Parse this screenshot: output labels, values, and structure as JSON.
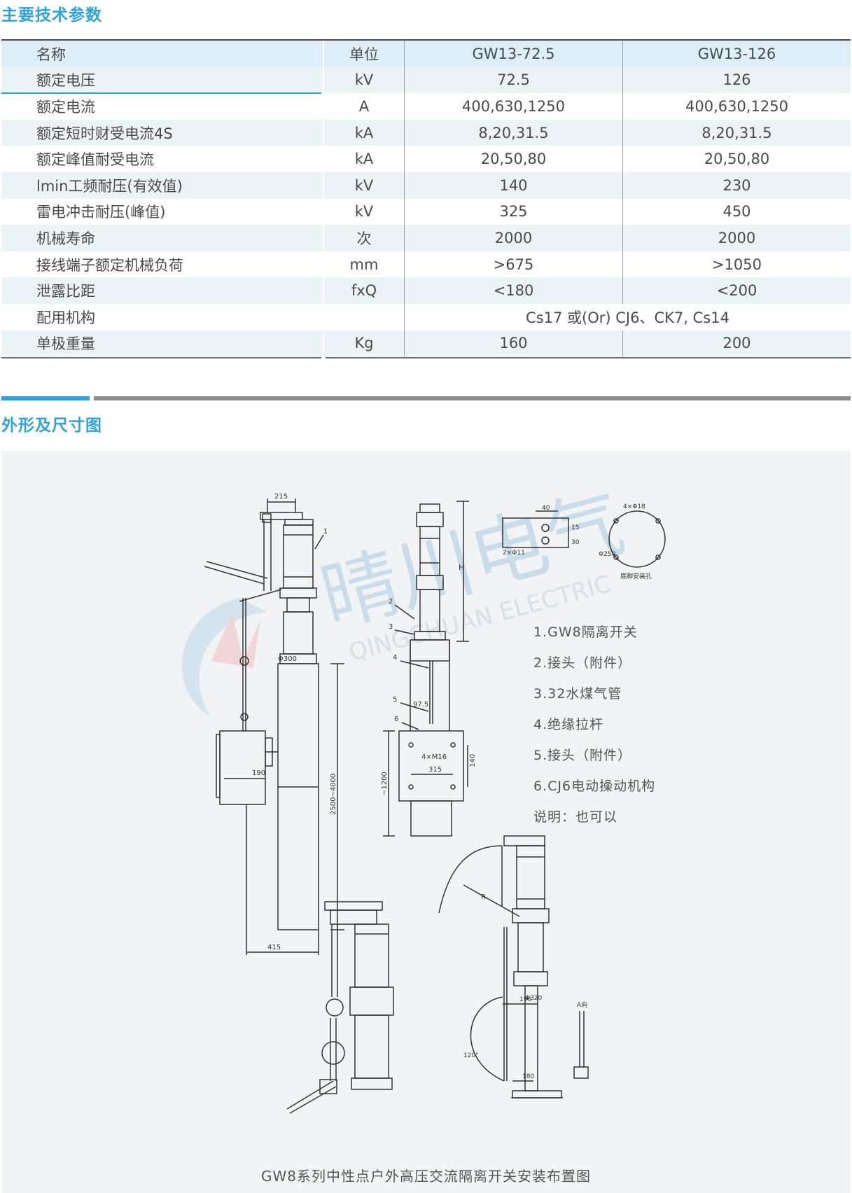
{
  "sections": {
    "params_title": "主要技术参数",
    "dims_title": "外形及尺寸图"
  },
  "table": {
    "headers": [
      "名称",
      "单位",
      "GW13-72.5",
      "GW13-126"
    ],
    "rows": [
      {
        "name": "额定电压",
        "unit": "kV",
        "v1": "72.5",
        "v2": "126"
      },
      {
        "name": "额定电流",
        "unit": "A",
        "v1": "400,630,1250",
        "v2": "400,630,1250"
      },
      {
        "name": "额定短时财受电流4S",
        "unit": "kA",
        "v1": "8,20,31.5",
        "v2": "8,20,31.5"
      },
      {
        "name": "额定峰值耐受电流",
        "unit": "kA",
        "v1": "20,50,80",
        "v2": "20,50,80"
      },
      {
        "name": "lmin工频耐压(有效值)",
        "unit": "kV",
        "v1": "140",
        "v2": "230"
      },
      {
        "name": "雷电冲击耐压(峰值)",
        "unit": "kV",
        "v1": "325",
        "v2": "450"
      },
      {
        "name": "机械寿命",
        "unit": "次",
        "v1": "2000",
        "v2": "2000"
      },
      {
        "name": "接线端子额定机械负荷",
        "unit": "mm",
        "v1": ">675",
        "v2": ">1050"
      },
      {
        "name": "泄露比距",
        "unit": "fxQ",
        "v1": "<180",
        "v2": "<200"
      },
      {
        "name": "配用机构",
        "unit": "",
        "merged": "Cs17 或(Or) CJ6、CK7, Cs14"
      },
      {
        "name": "单极重量",
        "unit": "Kg",
        "v1": "160",
        "v2": "200"
      }
    ]
  },
  "drawing": {
    "watermark_cn": "晴川电气",
    "watermark_en": "QINGCHUAN ELECTRIC",
    "dims": {
      "d215": "215",
      "d300": "Φ300",
      "d190": "190",
      "d415": "415",
      "d2500": "2500~4000",
      "d1200": "~1200",
      "d975": "97.5",
      "d4m16": "4×M16",
      "d315": "315",
      "d140": "140",
      "dH": "H",
      "d40": "40",
      "d15": "15",
      "d30": "30",
      "d2x11": "2×Φ11",
      "d4x18": "4×Φ18",
      "d250": "Φ250",
      "base_holes": "底脚安装孔",
      "d320": "Φ320",
      "d196": "196",
      "d180": "180",
      "dR": "R",
      "d120": "120°",
      "dA": "A向"
    },
    "part_numbers": [
      "1",
      "2",
      "3",
      "4",
      "5",
      "6"
    ]
  },
  "legend": [
    "1.GW8隔离开关",
    "2.接头（附件）",
    "3.32水煤气管",
    "4.绝缘拉杆",
    "5.接头（附件）",
    "6.CJ6电动操动机构",
    "说明：也可以"
  ],
  "caption": "GW8系列中性点户外高压交流隔离开关安装布置图",
  "colors": {
    "accent": "#2ea3d9",
    "header_bg": "#ddeef8",
    "row_shade": "#ecf3f7"
  }
}
